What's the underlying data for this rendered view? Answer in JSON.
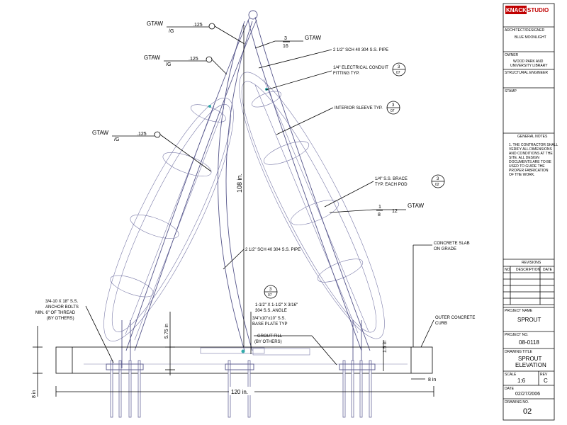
{
  "welds": {
    "gtaw": "GTAW",
    "g": "/G",
    "size_125": ".125",
    "sym_3": "3",
    "sym_16": "16",
    "sym_1": "1",
    "sym_8": "8",
    "sym_12": "12"
  },
  "callouts": {
    "pipe_top": "2 1/2\" SCH 40 304 S.S. PIPE",
    "conduit_1": "1/4\" ELECTRICAL CONDUIT",
    "conduit_2": "FITTING TYP.",
    "sleeve": "INTERIOR SLEEVE TYP.",
    "brace_1": "1/4\" S.S. BRACE",
    "brace_2": "TYP. EACH POD",
    "pipe_mid": "2 1/2\" SCH 40 304 S.S. PIPE",
    "slab_1": "CONCRETE SLAB",
    "slab_2": "ON GRADE",
    "anchor_1": "3/4-10 X 18\" S.S.",
    "anchor_2": "ANCHOR BOLTS",
    "anchor_3": "MIN. 6\" OF THREAD",
    "anchor_4": "(BY OTHERS)",
    "angle_1": "1-1/2\" X 1-1/2\" X 3/16\"",
    "angle_2": "304 S.S. ANGLE",
    "angle_3": "3/4\"x10\"x10\" S.S.",
    "angle_4": "BASE PLATE TYP",
    "grout_1": "GROUT FILL",
    "grout_2": "(BY OTHERS)",
    "curb_1": "OUTER CONCRETE",
    "curb_2": "CURB"
  },
  "sheet_refs": {
    "c1_num": "3",
    "c1_sheet": "07",
    "c2_num": "3",
    "c2_sheet": "07",
    "c3_num": "3",
    "c3_sheet": "02",
    "c4_num": "3",
    "c4_sheet": "07"
  },
  "dimensions": {
    "height": "108 in.",
    "width": "120 in.",
    "base_left": "5.75 in",
    "plate": "1.5 in",
    "slab_depth": "8 in",
    "slab_right": "8 in"
  },
  "titleblock": {
    "logo_knack": "KNACK",
    "logo_studio": "STUDIO",
    "sec_architect": "ARCHITECT/DESIGNER",
    "architect": "BLUE MOONLIGHT",
    "sec_owner": "OWNER",
    "owner_1": "WOOD PARK AND",
    "owner_2": "UNIVERSITY LIBRARY",
    "sec_engineer": "STRUCTURAL ENGINEER",
    "sec_stamp": "STAMP",
    "sec_notes": "GENERAL NOTES",
    "notes": [
      "1. THE CONTRACTOR SHALL",
      "VERIFY ALL DIMENSIONS",
      "AND CONDITIONS AT THE",
      "SITE. ALL DESIGN",
      "DOCUMENTS ARE TO BE",
      "USED TO GUIDE THE",
      "PROPER FABRICATION",
      "OF THE WORK."
    ],
    "sec_revisions": "REVISIONS",
    "rev_no": "NO.",
    "rev_desc": "DESCRIPTION",
    "rev_date": "DATE",
    "sec_project": "PROJECT NAME",
    "project": "SPROUT",
    "sec_number": "PROJECT NO.",
    "number": "08-0118",
    "sec_title": "DRAWING TITLE",
    "title_1": "SPROUT",
    "title_2": "ELEVATION",
    "sec_scale": "SCALE",
    "scale": "1:6",
    "sec_rev": "REV",
    "rev": "C",
    "sec_date": "DATE",
    "date": "02/27/2006",
    "sec_drawing": "DRAWING NO.",
    "drawing": "02"
  }
}
